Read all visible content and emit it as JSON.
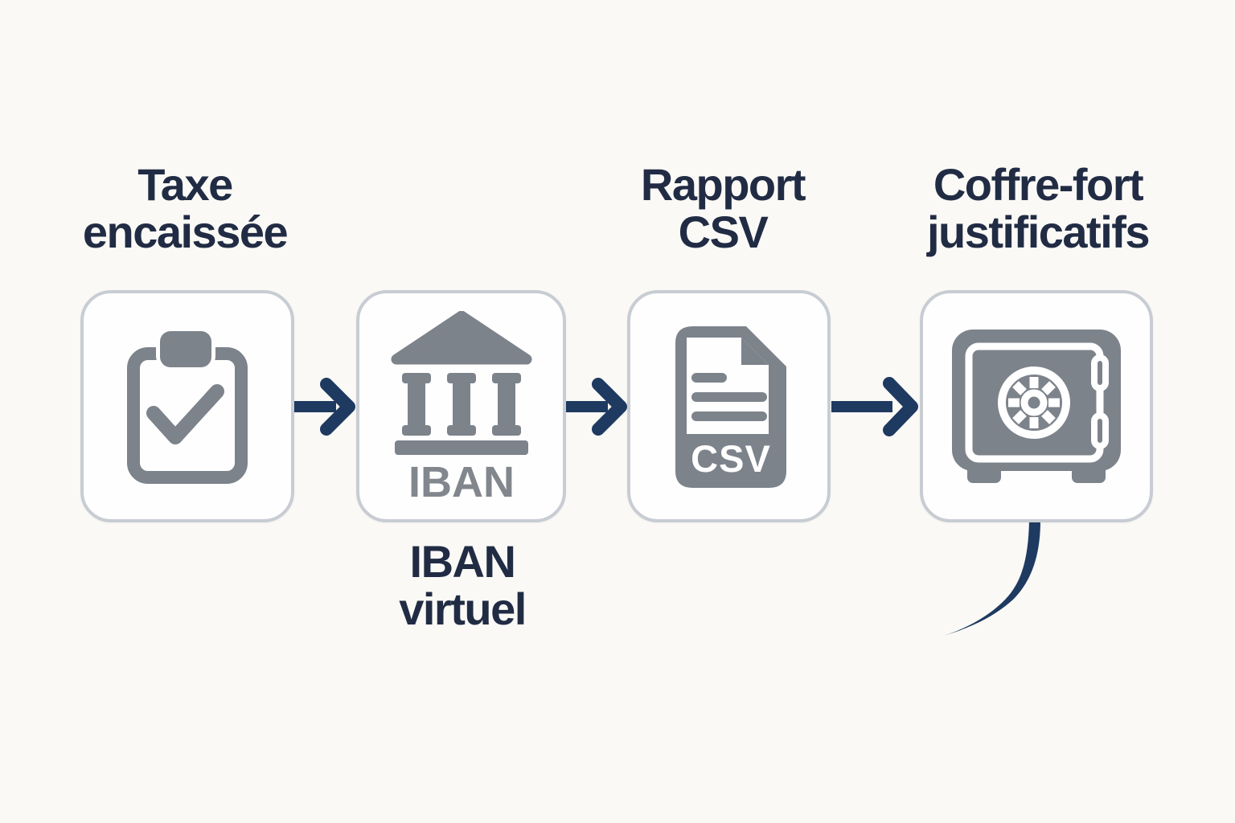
{
  "colors": {
    "background": "#faf9f6",
    "card_fill": "#fefefe",
    "card_border": "#c8ccd3",
    "icon_gray": "#7d838b",
    "arrow_navy": "#1f3a60",
    "label_navy": "#212c44",
    "csv_badge_text": "#ffffff"
  },
  "flow": {
    "steps": [
      {
        "key": "taxe-encaissee",
        "label_lines": [
          "Taxe",
          "encaissée"
        ],
        "label_position": "above",
        "icon": "clipboard-check-icon"
      },
      {
        "key": "iban-virtuel",
        "label_lines": [
          "IBAN",
          "virtuel"
        ],
        "label_position": "below",
        "icon": "bank-icon",
        "icon_text": "IBAN"
      },
      {
        "key": "rapport-csv",
        "label_lines": [
          "Rapport",
          "CSV"
        ],
        "label_position": "above",
        "icon": "csv-file-icon",
        "icon_text": "CSV"
      },
      {
        "key": "coffre-fort-justificatifs",
        "label_lines": [
          "Coffre-fort",
          "justificatifs"
        ],
        "label_position": "above",
        "icon": "safe-icon"
      }
    ],
    "connectors": [
      {
        "type": "arrow-right",
        "from": "taxe-encaissee",
        "to": "iban-virtuel"
      },
      {
        "type": "arrow-right",
        "from": "iban-virtuel",
        "to": "rapport-csv"
      },
      {
        "type": "arrow-right",
        "from": "rapport-csv",
        "to": "coffre-fort-justificatifs"
      },
      {
        "type": "curve-down-left",
        "from": "coffre-fort-justificatifs"
      }
    ]
  }
}
